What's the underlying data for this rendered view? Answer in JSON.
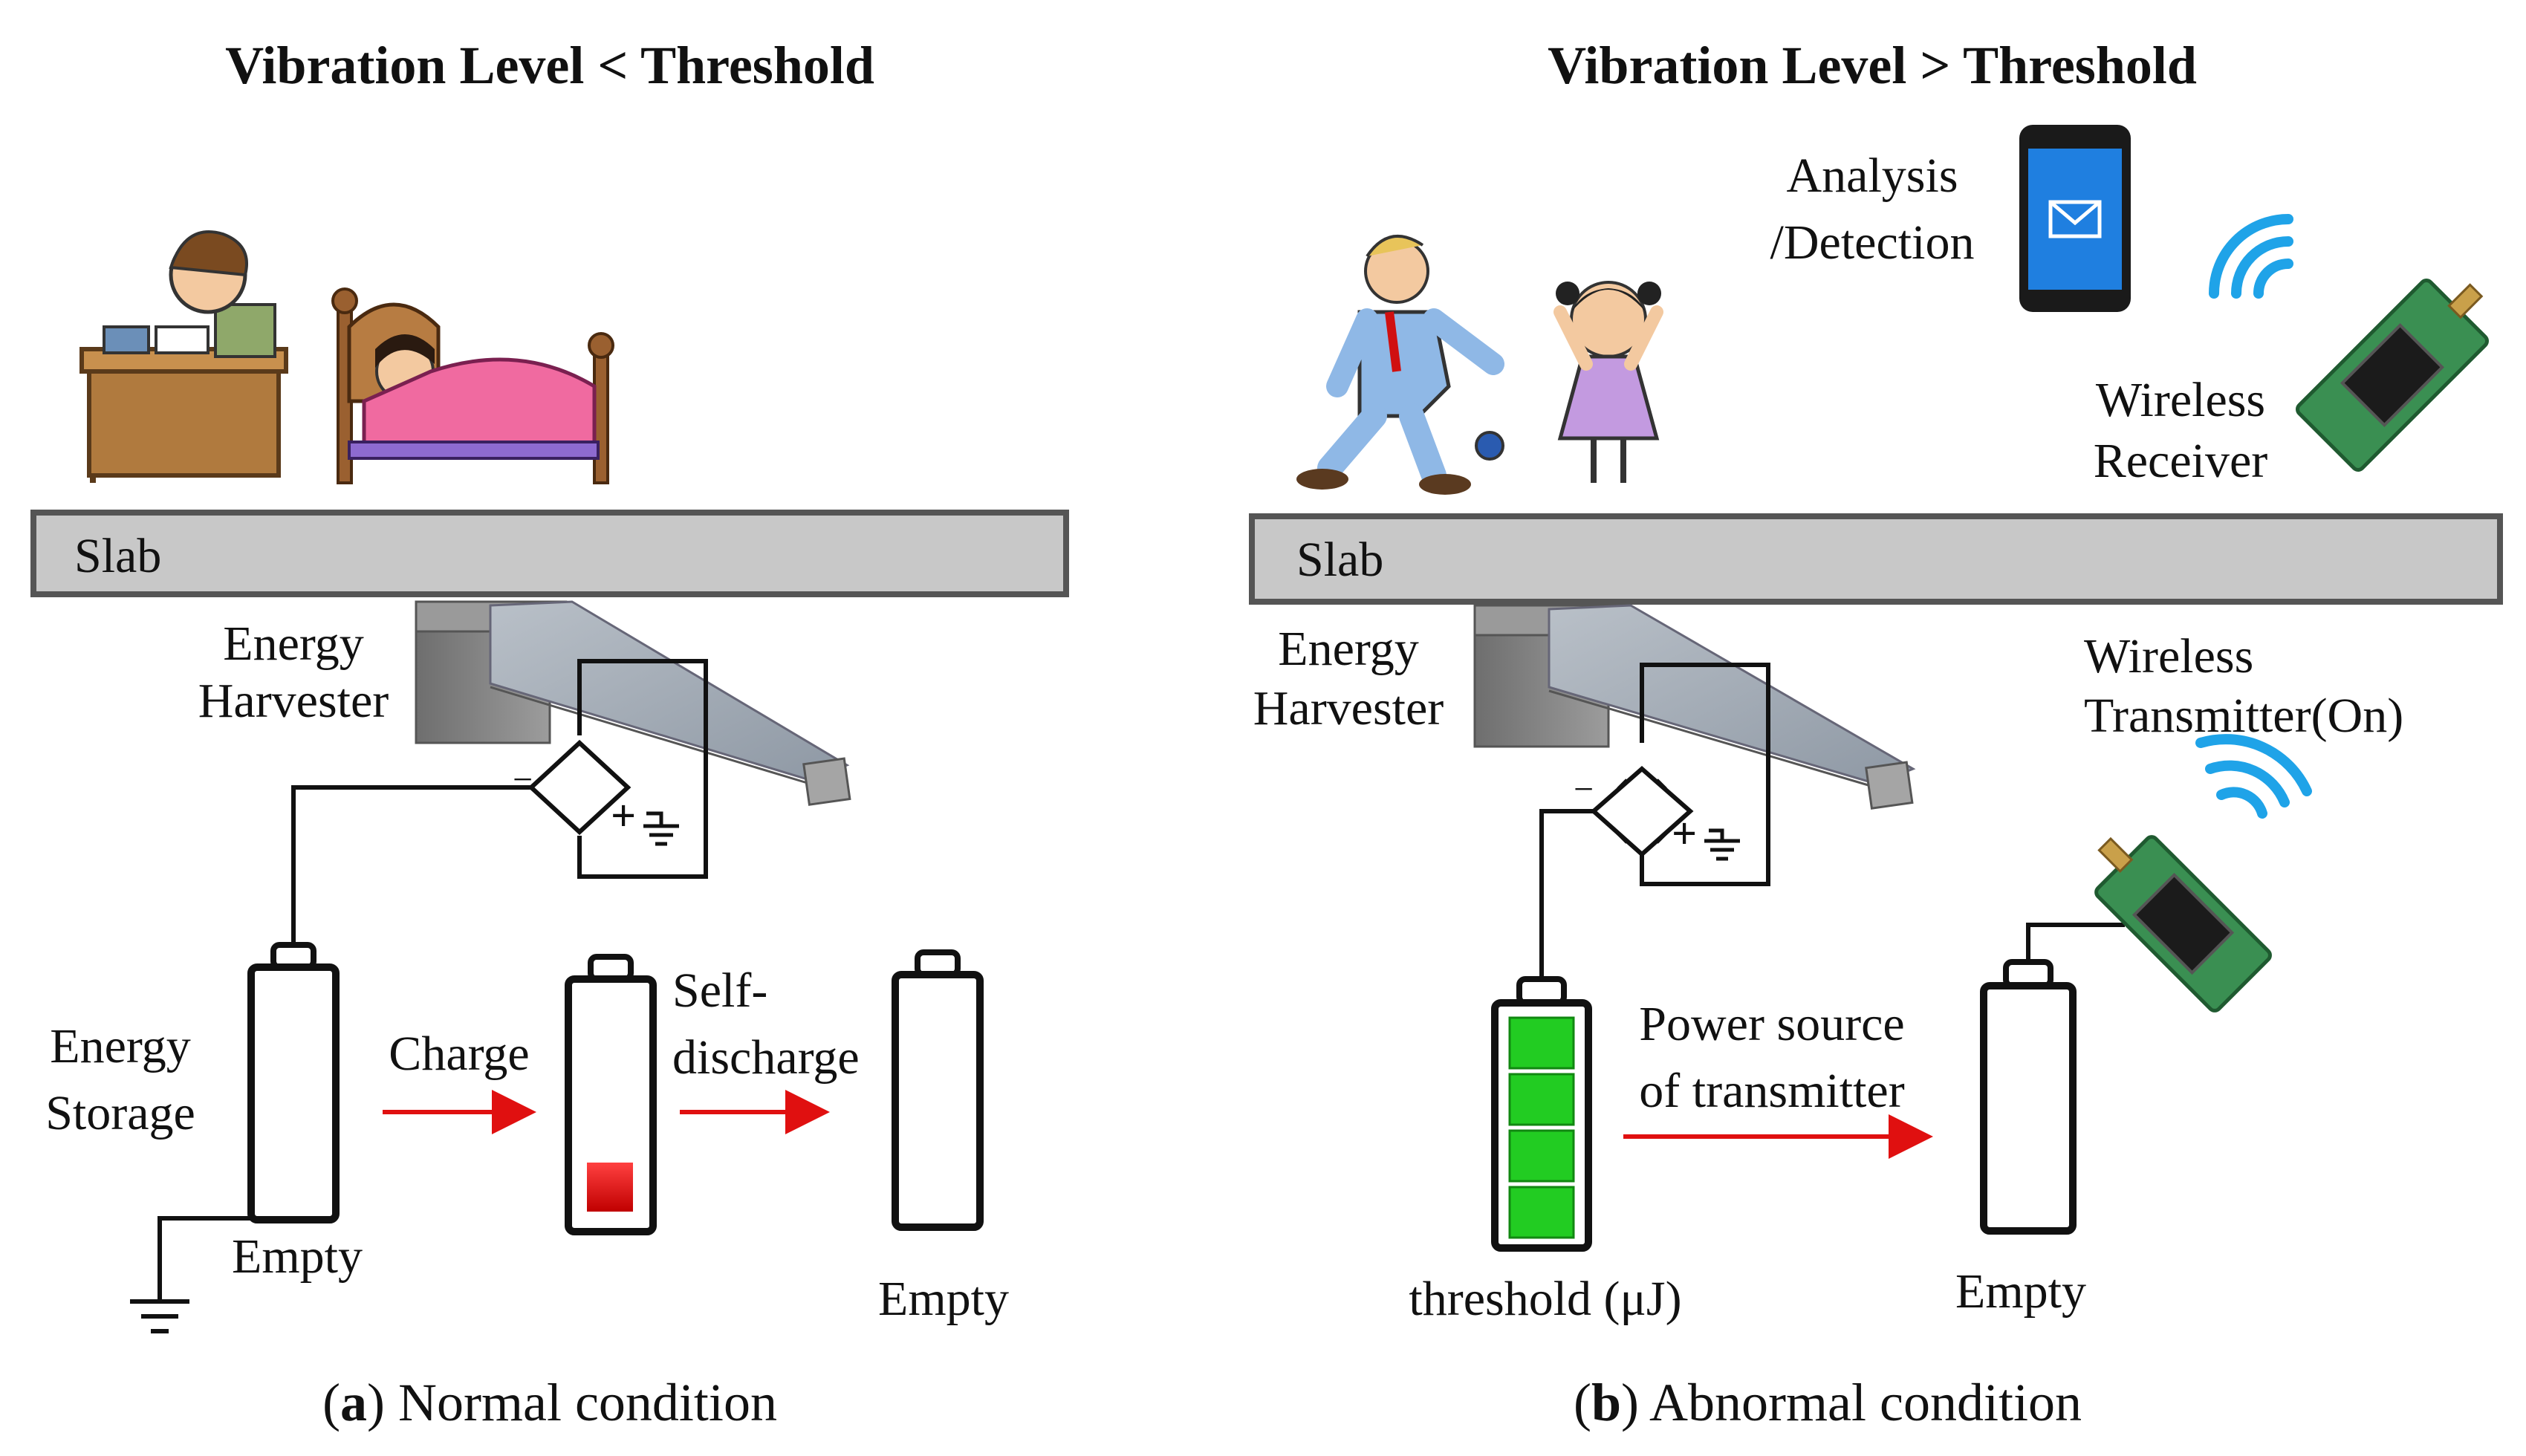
{
  "panel_a": {
    "title": "Vibration Level < Threshold",
    "slab": "Slab",
    "harvester_l1": "Energy",
    "harvester_l2": "Harvester",
    "storage_l1": "Energy",
    "storage_l2": "Storage",
    "charge": "Charge",
    "self_l1": "Self-",
    "self_l2": "discharge",
    "empty_1": "Empty",
    "empty_2": "Empty",
    "caption_letter": "a",
    "caption_text": " Normal condition"
  },
  "panel_b": {
    "title": "Vibration Level > Threshold",
    "analysis_l1": "Analysis",
    "analysis_l2": "/Detection",
    "receiver_l1": "Wireless",
    "receiver_l2": "Receiver",
    "slab": "Slab",
    "harvester_l1": "Energy",
    "harvester_l2": "Harvester",
    "transmitter_l1": "Wireless",
    "transmitter_l2": "Transmitter(On)",
    "power_l1": "Power source",
    "power_l2": "of transmitter",
    "threshold": "threshold (μJ)",
    "empty": "Empty",
    "caption_letter": "b",
    "caption_text": " Abnormal condition"
  },
  "colors": {
    "slab": "#c8c8c8",
    "arrow": "#e01010",
    "battery_full": "#22cc22",
    "battery_low": "#dd1111",
    "signal": "#1fa3e8",
    "circuit_board": "#3a8f52",
    "phone_screen": "#1f7fe0"
  },
  "icons": [
    "person-studying-icon",
    "sleeping-person-icon",
    "running-man-icon",
    "jumping-child-icon",
    "smartphone-icon",
    "wireless-module-icon",
    "wifi-signal-icon",
    "ground-icon",
    "bridge-rectifier-icon"
  ]
}
